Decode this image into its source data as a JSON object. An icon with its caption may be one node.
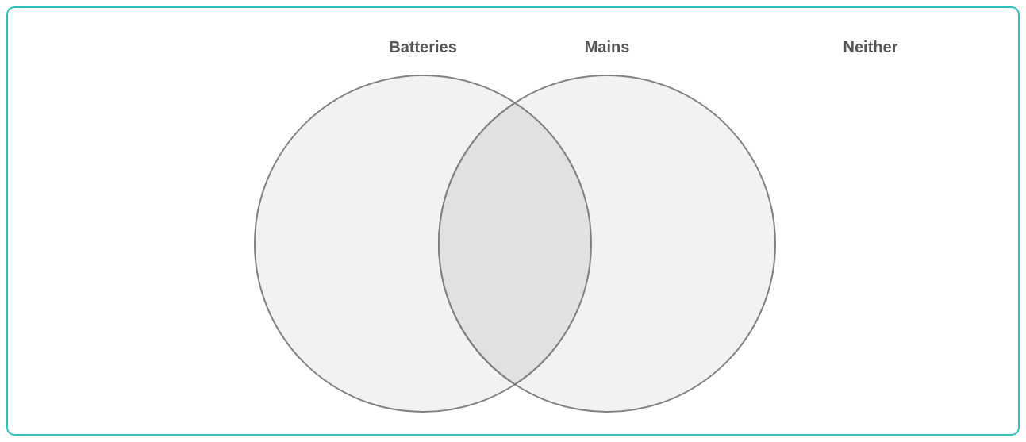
{
  "diagram": {
    "nodes": [
      {
        "text": [
          "Batteries"
        ]
      },
      {
        "text": [
          "Mains"
        ]
      },
      {
        "text": [],
        "shape": "lens"
      }
    ],
    "edges": [],
    "labels": [
      "Neither"
    ]
  }
}
